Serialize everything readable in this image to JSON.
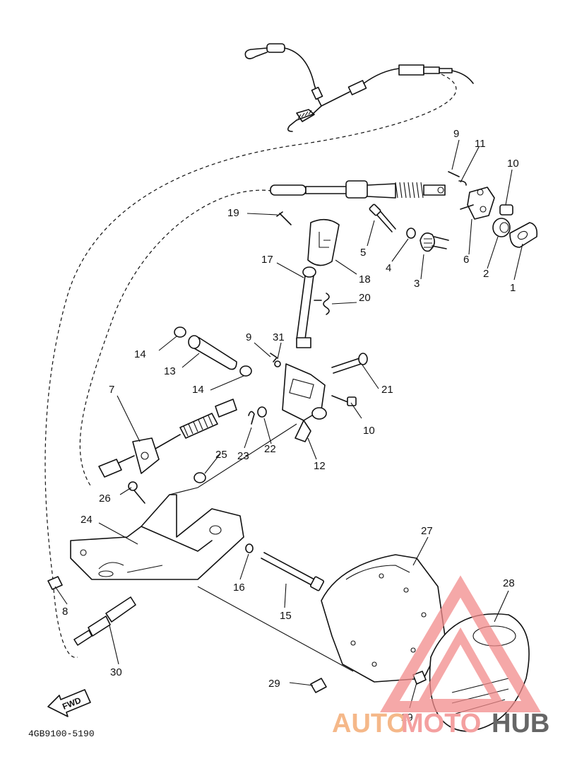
{
  "diagram": {
    "drawing_code": "4GB9100-5190",
    "direction_marker": "FWD",
    "callouts": [
      {
        "id": "c1",
        "text": "1"
      },
      {
        "id": "c2",
        "text": "2"
      },
      {
        "id": "c3",
        "text": "3"
      },
      {
        "id": "c4",
        "text": "4"
      },
      {
        "id": "c5",
        "text": "5"
      },
      {
        "id": "c6",
        "text": "6"
      },
      {
        "id": "c7",
        "text": "7"
      },
      {
        "id": "c8",
        "text": "8"
      },
      {
        "id": "c9a",
        "text": "9"
      },
      {
        "id": "c9b",
        "text": "9"
      },
      {
        "id": "c10a",
        "text": "10"
      },
      {
        "id": "c10b",
        "text": "10"
      },
      {
        "id": "c11",
        "text": "11"
      },
      {
        "id": "c12",
        "text": "12"
      },
      {
        "id": "c13",
        "text": "13"
      },
      {
        "id": "c14a",
        "text": "14"
      },
      {
        "id": "c14b",
        "text": "14"
      },
      {
        "id": "c15",
        "text": "15"
      },
      {
        "id": "c16",
        "text": "16"
      },
      {
        "id": "c17",
        "text": "17"
      },
      {
        "id": "c18",
        "text": "18"
      },
      {
        "id": "c19",
        "text": "19"
      },
      {
        "id": "c20",
        "text": "20"
      },
      {
        "id": "c21",
        "text": "21"
      },
      {
        "id": "c22",
        "text": "22"
      },
      {
        "id": "c23",
        "text": "23"
      },
      {
        "id": "c24",
        "text": "24"
      },
      {
        "id": "c25",
        "text": "25"
      },
      {
        "id": "c26",
        "text": "26"
      },
      {
        "id": "c27",
        "text": "27"
      },
      {
        "id": "c28",
        "text": "28"
      },
      {
        "id": "c29a",
        "text": "29"
      },
      {
        "id": "c29b",
        "text": "29"
      },
      {
        "id": "c30",
        "text": "30"
      },
      {
        "id": "c31",
        "text": "31"
      }
    ]
  },
  "watermark": {
    "part1": "AUTO",
    "part2": "MOTO",
    "part3": "HUB",
    "color_auto": "#f5b889",
    "color_moto": "#f4a0a0",
    "color_hub": "#666666"
  }
}
